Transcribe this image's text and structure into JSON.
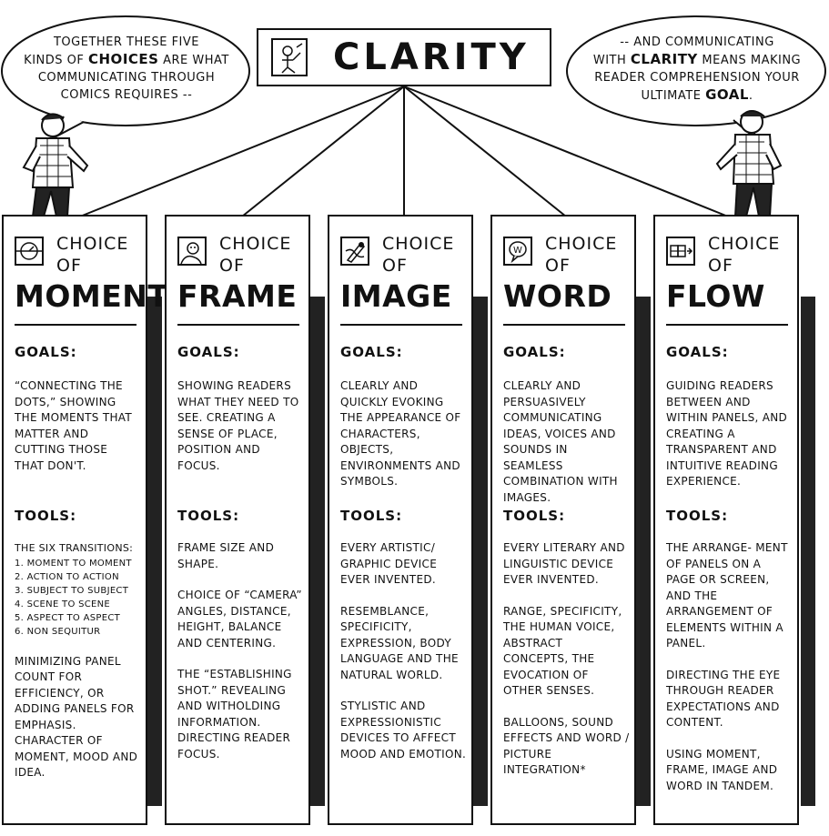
{
  "title": "CLARITY",
  "bubble_left": {
    "line1": "TOGETHER THESE FIVE",
    "line2_pre": "KINDS OF ",
    "line2_bold": "CHOICES",
    "line2_post": " ARE WHAT",
    "line3": "COMMUNICATING THROUGH",
    "line4": "COMICS REQUIRES --"
  },
  "bubble_right": {
    "line1": "-- AND COMMUNICATING",
    "line2_pre": "WITH ",
    "line2_bold": "CLARITY",
    "line2_post": " MEANS MAKING",
    "line3": "READER COMPREHENSION YOUR",
    "line4_pre": "ULTIMATE ",
    "line4_bold": "GOAL",
    "line4_post": "."
  },
  "labels": {
    "choice": "CHOICE",
    "of": "OF",
    "goals": "GOALS:",
    "tools": "TOOLS:"
  },
  "columns": [
    {
      "title": "MOMENT",
      "icon": "clock-icon",
      "goals": "“CONNECTING THE DOTS,” SHOWING THE MOMENTS THAT MATTER AND CUTTING THOSE THAT DON'T.",
      "tools_head": "THE SIX TRANSITIONS:",
      "transitions": [
        "1. MOMENT TO MOMENT",
        "2. ACTION TO ACTION",
        "3. SUBJECT TO SUBJECT",
        "4. SCENE TO SCENE",
        "5. ASPECT TO ASPECT",
        "6. NON SEQUITUR"
      ],
      "tools": [
        "MINIMIZING PANEL COUNT FOR EFFICIENCY, OR ADDING PANELS FOR EMPHASIS. CHARACTER OF MOMENT, MOOD AND IDEA."
      ]
    },
    {
      "title": "FRAME",
      "icon": "character-frame-icon",
      "goals": "SHOWING READERS WHAT THEY NEED TO SEE. CREATING A SENSE OF PLACE, POSITION AND FOCUS.",
      "tools": [
        "FRAME SIZE AND SHAPE.",
        "CHOICE OF “CAMERA” ANGLES, DISTANCE, HEIGHT, BALANCE AND CENTERING.",
        "THE “ESTABLISHING SHOT.” REVEALING AND WITHOLDING INFORMATION. DIRECTING READER FOCUS."
      ]
    },
    {
      "title": "IMAGE",
      "icon": "drawing-hand-icon",
      "goals": "CLEARLY AND QUICKLY EVOKING THE APPEARANCE OF CHARACTERS, OBJECTS, ENVIRONMENTS AND SYMBOLS.",
      "tools": [
        "EVERY ARTISTIC/ GRAPHIC DEVICE EVER INVENTED.",
        "RESEMBLANCE, SPECIFICITY, EXPRESSION, BODY LANGUAGE AND THE NATURAL WORLD.",
        "STYLISTIC AND EXPRESSIONISTIC DEVICES TO AFFECT MOOD AND EMOTION."
      ]
    },
    {
      "title": "WORD",
      "icon": "word-balloon-icon",
      "goals": "CLEARLY AND PERSUASIVELY COMMUNICATING IDEAS, VOICES AND SOUNDS IN SEAMLESS COMBINATION WITH IMAGES.",
      "tools": [
        "EVERY LITERARY AND LINGUISTIC DEVICE EVER INVENTED.",
        "RANGE, SPECIFICITY, THE HUMAN VOICE, ABSTRACT CONCEPTS, THE EVOCATION OF OTHER SENSES.",
        "BALLOONS, SOUND EFFECTS AND WORD / PICTURE INTEGRATION*"
      ]
    },
    {
      "title": "FLOW",
      "icon": "panel-flow-icon",
      "goals": "GUIDING READERS BETWEEN AND WITHIN PANELS, AND CREATING A TRANSPARENT AND INTUITIVE READING EXPERIENCE.",
      "tools": [
        "THE ARRANGE- MENT OF PANELS ON A PAGE OR SCREEN, AND THE ARRANGEMENT OF ELEMENTS WITHIN A PANEL.",
        "DIRECTING THE EYE THROUGH READER EXPECTATIONS AND CONTENT.",
        "USING MOMENT, FRAME, IMAGE AND WORD IN TANDEM."
      ]
    }
  ]
}
